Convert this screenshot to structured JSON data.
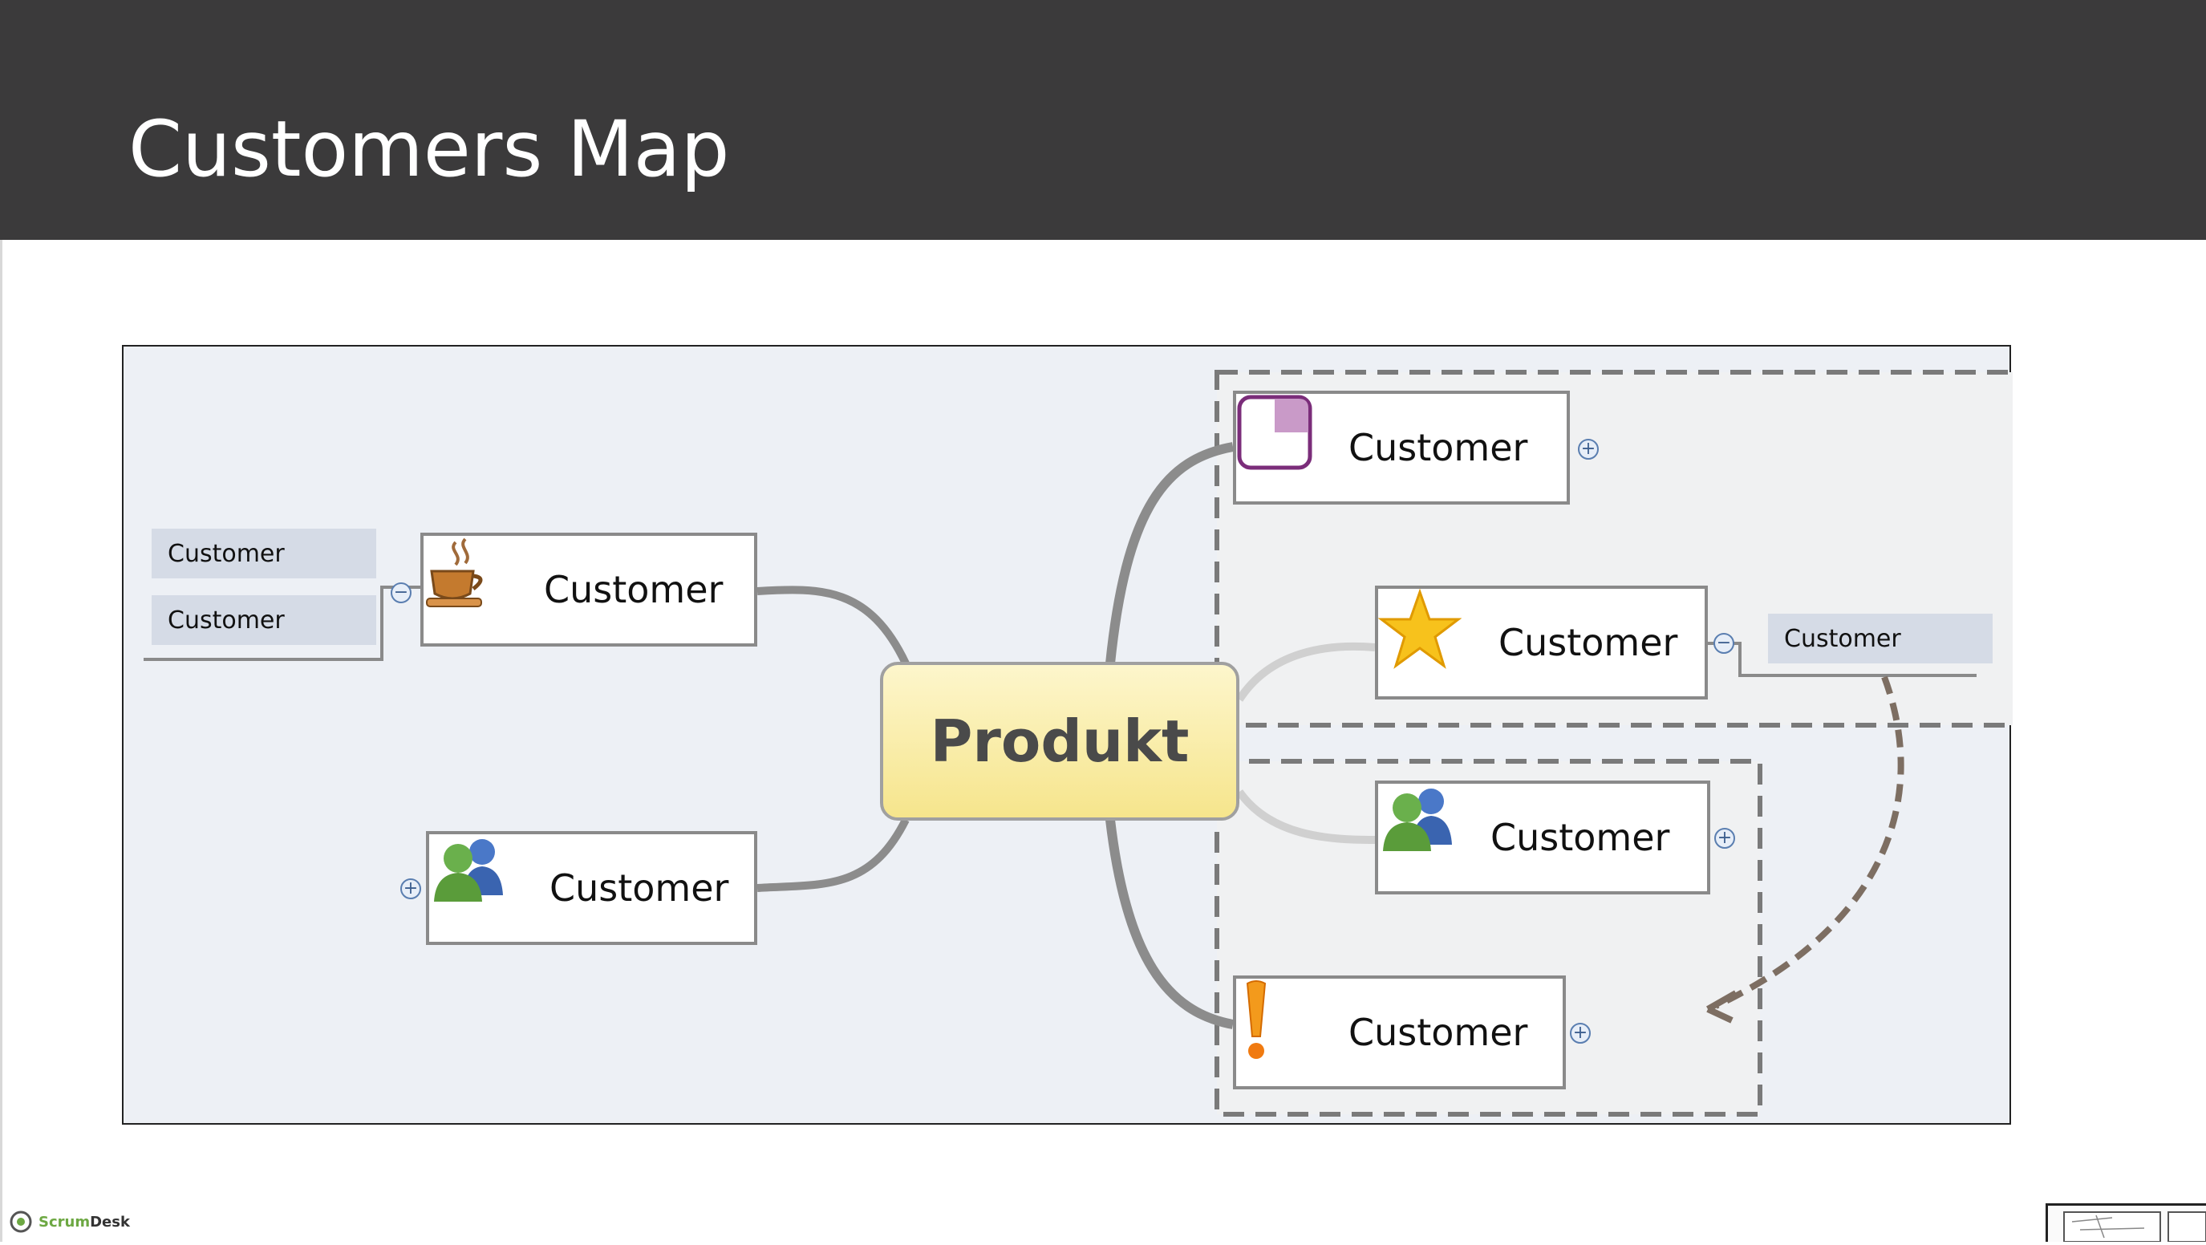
{
  "slide": {
    "title": "Customers Map"
  },
  "diagram": {
    "central": "Produkt",
    "nodes": [
      {
        "label": "Customer",
        "icon": "coffee-cup-icon"
      },
      {
        "label": "Customer",
        "icon": "users-icon"
      },
      {
        "label": "Customer",
        "icon": "pie-quarter-icon"
      },
      {
        "label": "Customer",
        "icon": "star-icon"
      },
      {
        "label": "Customer",
        "icon": "users-icon"
      },
      {
        "label": "Customer",
        "icon": "exclamation-icon"
      }
    ],
    "subtopics": [
      {
        "label": "Customer"
      },
      {
        "label": "Customer"
      },
      {
        "label": "Customer"
      }
    ],
    "colors": {
      "header": "#3b3a3b",
      "canvas": "#edf0f5",
      "central_fill": "#f6e58c",
      "subtopic_fill": "#d5dbe6",
      "boundary": "#7a7a7a",
      "relationship": "#7d6e62"
    }
  },
  "footer": {
    "logo_text": "Scrum",
    "logo_text_bold": "Desk"
  }
}
